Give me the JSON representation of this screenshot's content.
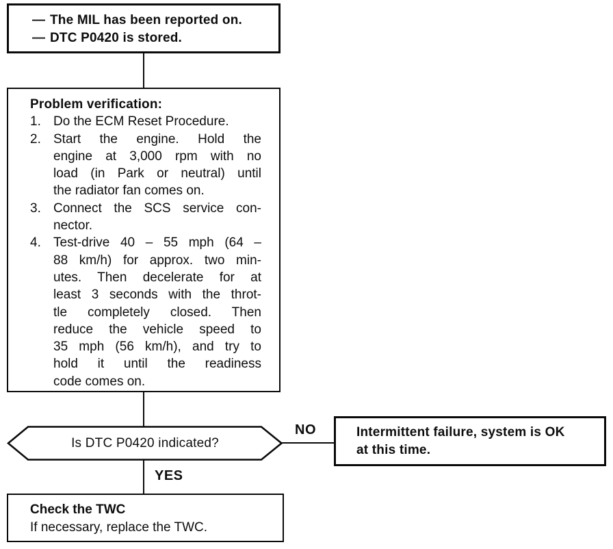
{
  "flow": {
    "bullet": "—",
    "start_box": {
      "lines": [
        "The MIL has been reported on.",
        "DTC P0420 is stored."
      ]
    },
    "verify_box": {
      "title": "Problem verification:",
      "steps": [
        {
          "num": "1.",
          "lines": [
            "Do the ECM Reset Procedure."
          ]
        },
        {
          "num": "2.",
          "lines": [
            "Start the engine. Hold the",
            "engine at 3,000 rpm with no",
            "load (in Park or neutral) until",
            "the radiator fan comes on."
          ]
        },
        {
          "num": "3.",
          "lines": [
            "Connect the SCS service con-",
            "nector."
          ]
        },
        {
          "num": "4.",
          "lines": [
            "Test-drive 40 – 55 mph (64 –",
            "88 km/h) for approx. two min-",
            "utes. Then decelerate for at",
            "least 3 seconds with the throt-",
            "tle completely closed. Then",
            "reduce the vehicle speed to",
            "35 mph (56 km/h), and try to",
            "hold it until the readiness",
            "code comes on."
          ]
        }
      ]
    },
    "decision": {
      "question": "Is DTC P0420 indicated?"
    },
    "no_label": "NO",
    "yes_label": "YES",
    "no_box": {
      "lines": [
        "Intermittent failure, system is OK",
        "at this time."
      ]
    },
    "yes_box": {
      "title": "Check the TWC",
      "line": "If necessary, replace the TWC."
    }
  },
  "colors": {
    "ink": "#0a0a0a",
    "paper": "#ffffff"
  }
}
